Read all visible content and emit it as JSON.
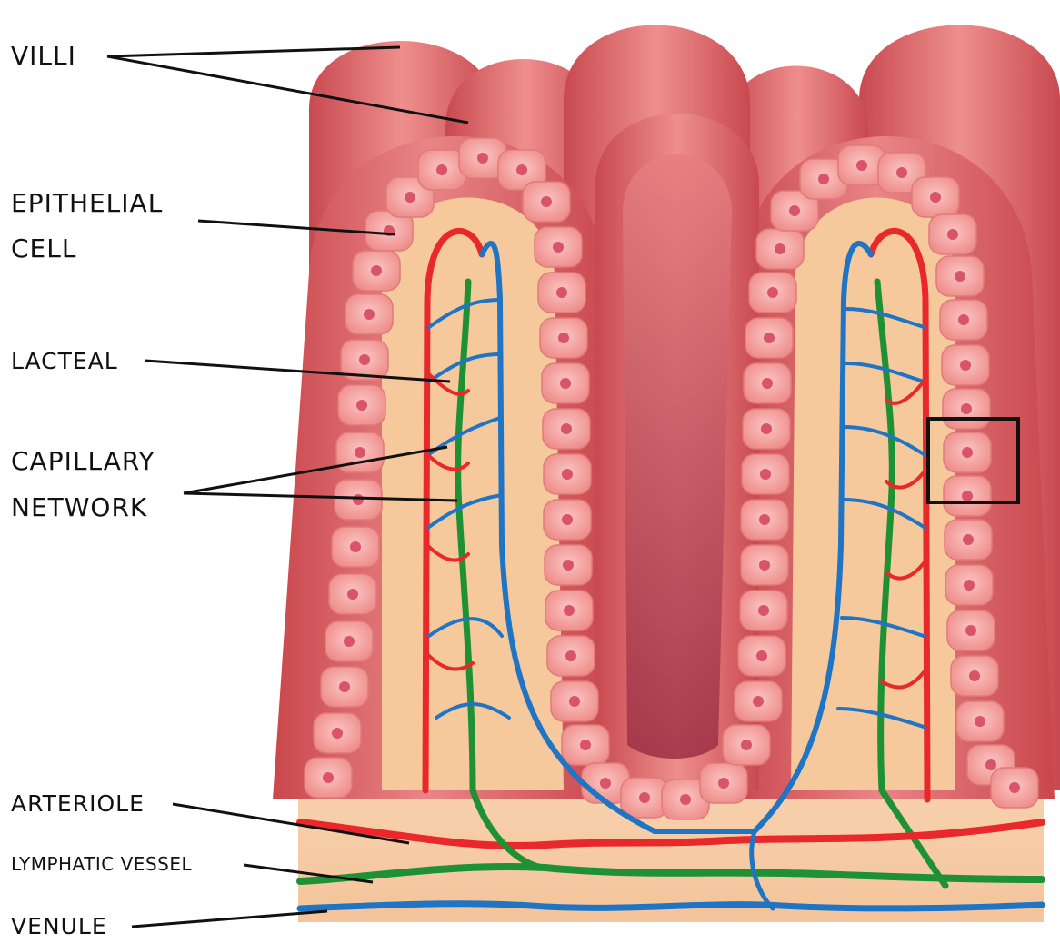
{
  "labels": {
    "villi": "VILLI",
    "epithelial_1": "EPITHELIAL",
    "epithelial_2": "CELL",
    "lacteal": "LACTEAL",
    "capillary_1": "CAPILLARY",
    "capillary_2": "NETWORK",
    "arteriole": "ARTERIOLE",
    "lymphatic": "LYMPHATIC VESSEL",
    "venule": "VENULE"
  },
  "colors": {
    "villus_outer": "#d9575c",
    "villus_inner": "#f3a6a2",
    "lamina": "#f6c99c",
    "cell": "#f5a3a3",
    "nucleus": "#d9536a",
    "artery": "#e8282a",
    "vein": "#1f74c4",
    "lymph": "#1e9134",
    "frame": "#111111"
  }
}
